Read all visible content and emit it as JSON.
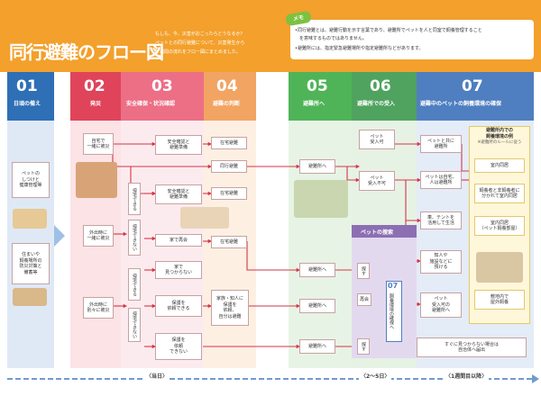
{
  "header": {
    "title": "同行避難のフロー図",
    "intro": [
      "もしも、今、災害がおこったらどうなるか？",
      "ペットとの同行避難について、災害発生から",
      "１週間の流れをフロー図にまとめました。"
    ],
    "memo_tag": "メモ",
    "memo_lines": [
      "•同行避難とは、避難行動を示す言葉であり、避難所でペットを人と同室で飼養管理すること",
      "　を意味するものではありません。",
      "•避難所には、指定緊急避難場所や指定避難所などがあります。"
    ]
  },
  "columns": [
    {
      "num": "01",
      "title": "日頃の備え",
      "color": "#2f6fb5"
    },
    {
      "num": "02",
      "title": "発災",
      "color": "#e0445a"
    },
    {
      "num": "03",
      "title": "安全確保・状況確認",
      "color": "#ec6f86"
    },
    {
      "num": "04",
      "title": "避難の判断",
      "color": "#f2a463"
    },
    {
      "num": "05",
      "title": "避難所へ",
      "color": "#4fb458"
    },
    {
      "num": "06",
      "title": "避難所での受入",
      "color": "#4fa35f"
    },
    {
      "num": "07",
      "title": "避難中のペットの飼養環境の確保",
      "color": "#4f7fc0"
    }
  ],
  "col01": [
    "ペットの\nしつけと\n健康管理等",
    "住まいや\n飼養場所の\n防災対策と\n備蓄等"
  ],
  "col02": [
    "自宅で\n一緒に被災",
    "外出時に\n一緒に被災",
    "外出時に\n別々に被災"
  ],
  "col03": {
    "v_labels": [
      "帰宅できる",
      "帰宅できない",
      "帰宅できる",
      "帰宅できない"
    ],
    "boxes": [
      "安全確認と\n避難準備",
      "安全確認と\n避難準備",
      "家で再会",
      "家で\n見つからない",
      "保護を\n依頼できる",
      "保護を\n依頼\nできない"
    ]
  },
  "col04": [
    "在宅避難",
    "同行避難",
    "在宅避難",
    "在宅避難",
    "家族・知人に\n保護を\n依頼、\n自分は避難"
  ],
  "col05": [
    "避難所へ",
    "避難所へ",
    "避難所へ",
    "避難所へ"
  ],
  "col06": {
    "boxes": [
      "ペット\n受入可",
      "ペット\n受入不可",
      "探す",
      "再会",
      "探す"
    ],
    "search_title": "ペットの捜索"
  },
  "col07": {
    "boxes": [
      "ペットと共に\n避難所",
      "ペットは自宅、\n人は避難所",
      "車、テントを\n活用して生活",
      "知人や\n施設などに\n預ける",
      "ペット\n受入可の\n避難所へ"
    ],
    "v07_num": "07",
    "v07_text": "飼養環境の確保へ",
    "notice": "すぐに見つからない場合は\n自治体へ届出",
    "rules_title": "避難所内での\n飼養環境の例",
    "rules_sub": "※避難所のルールに従う",
    "rules": [
      "室内同居",
      "飼養者と非飼養者に\n分かれて室内同居",
      "室内同居\n（ペット飼養部屋）",
      "敷地内で\n屋外飼養"
    ]
  },
  "timeline": {
    "day0": "〈当日〉",
    "days": "〈2〜5日〉",
    "week": "〈1週間目以降〉"
  }
}
